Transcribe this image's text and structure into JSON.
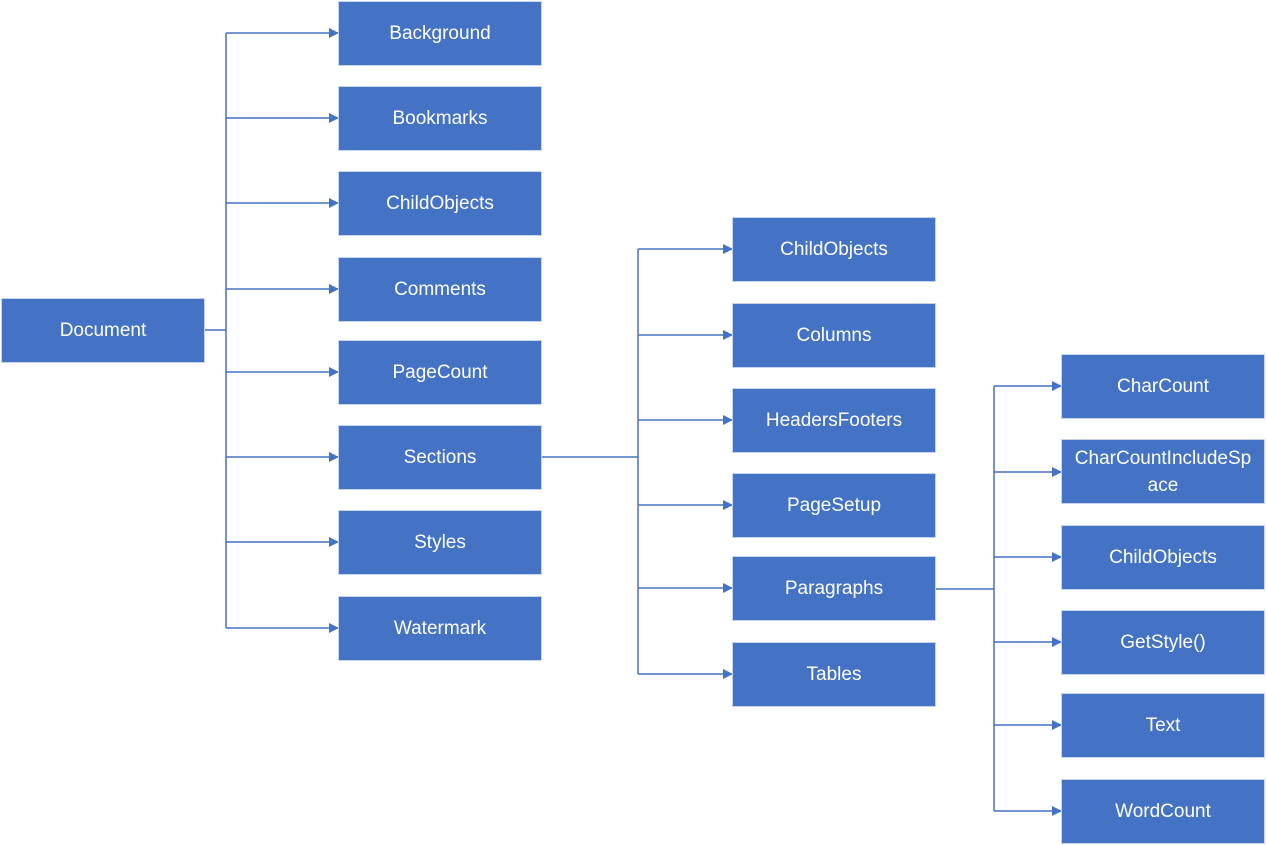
{
  "diagram": {
    "colors": {
      "node_fill": "#4472c4",
      "node_text": "#ffffff",
      "connector": "#4472c4"
    },
    "root": {
      "label": "Document"
    },
    "document_members": [
      {
        "label": "Background"
      },
      {
        "label": "Bookmarks"
      },
      {
        "label": "ChildObjects"
      },
      {
        "label": "Comments"
      },
      {
        "label": "PageCount"
      },
      {
        "label": "Sections"
      },
      {
        "label": "Styles"
      },
      {
        "label": "Watermark"
      }
    ],
    "section_members": [
      {
        "label": "ChildObjects"
      },
      {
        "label": "Columns"
      },
      {
        "label": "HeadersFooters"
      },
      {
        "label": "PageSetup"
      },
      {
        "label": "Paragraphs"
      },
      {
        "label": "Tables"
      }
    ],
    "paragraph_members": [
      {
        "label": "CharCount"
      },
      {
        "label": "CharCountIncludeSpace"
      },
      {
        "label": "ChildObjects"
      },
      {
        "label": "GetStyle()"
      },
      {
        "label": "Text"
      },
      {
        "label": "WordCount"
      }
    ]
  }
}
